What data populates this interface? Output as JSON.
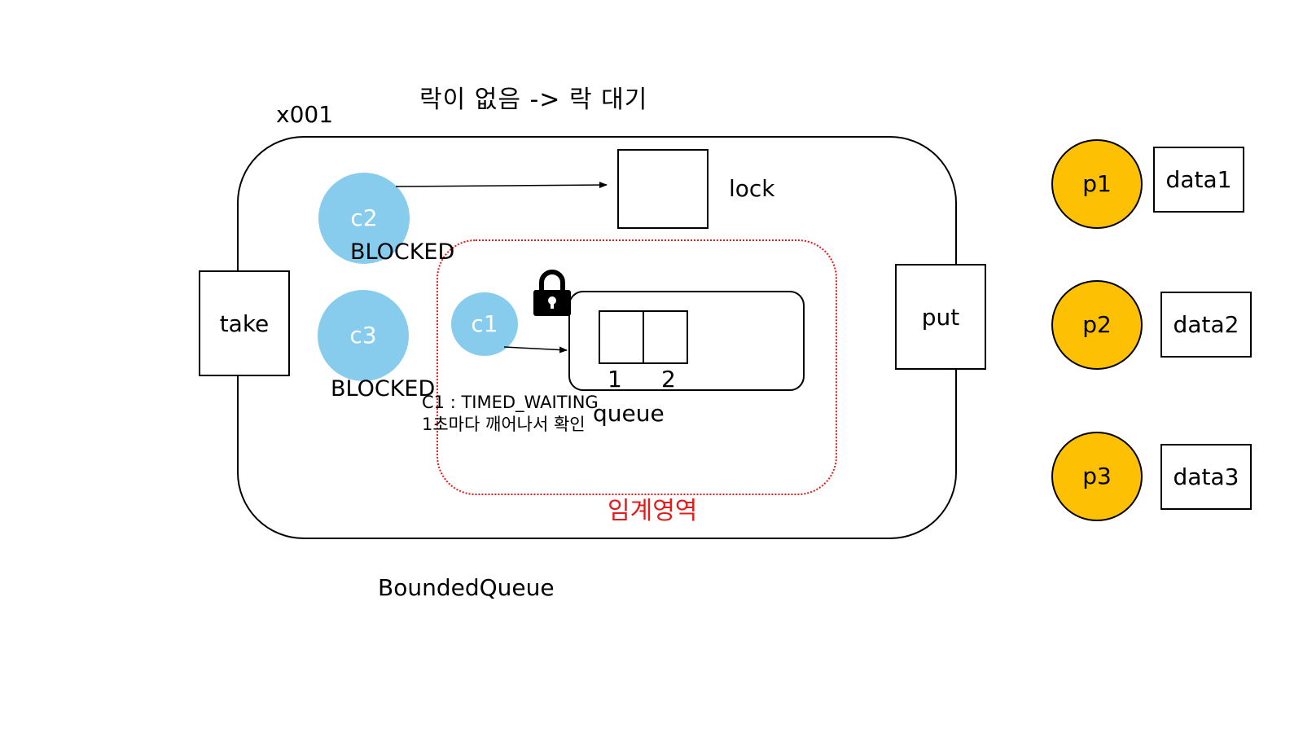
{
  "title": "락이 없음 -> 락 대기",
  "instance_label": "x001",
  "class_label": "BoundedQueue",
  "critical_section_label": "임계영역",
  "methods": {
    "take": "take",
    "put": "put"
  },
  "lock": {
    "label": "lock",
    "icon": "padlock-icon"
  },
  "queue": {
    "label": "queue",
    "slots": [
      "1",
      "2"
    ]
  },
  "consumers": [
    {
      "id": "c2",
      "state": "BLOCKED"
    },
    {
      "id": "c3",
      "state": "BLOCKED"
    },
    {
      "id": "c1",
      "state": "C1 : TIMED_WAITING",
      "note": "1초마다 깨어나서 확인"
    }
  ],
  "producers": [
    {
      "id": "p1",
      "data": "data1"
    },
    {
      "id": "p2",
      "data": "data2"
    },
    {
      "id": "p3",
      "data": "data3"
    }
  ],
  "colors": {
    "consumer": "#87ccec",
    "producer": "#fdc002",
    "critical_section": "#e21b1b"
  }
}
